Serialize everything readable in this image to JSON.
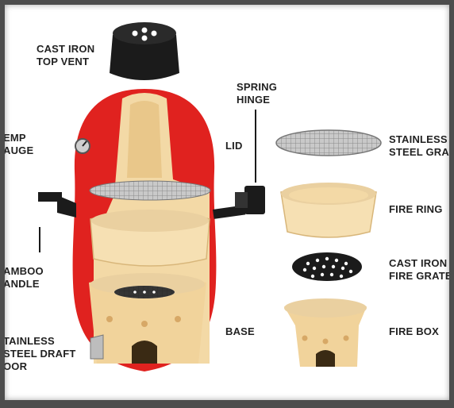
{
  "labels": {
    "top_vent": "CAST IRON\nTOP VENT",
    "spring_hinge": "SPRING\nHINGE",
    "temp_gauge": "EMP\nAUGE",
    "lid": "LID",
    "bamboo_handle": "AMBOO\nANDLE",
    "draft_door": "TAINLESS\nSTEEL DRAFT\nOOR",
    "base": "BASE",
    "steel_grate": "STAINLESS\nSTEEL GRA",
    "fire_ring": "FIRE RING",
    "fire_grate": "CAST IRON\nFIRE GRATE",
    "fire_box": "FIRE BOX"
  },
  "colors": {
    "shell_red": "#e0221f",
    "ceramic": "#f3d9a6",
    "ceramic_dark": "#e9c78a",
    "metal": "#9a9a9a",
    "black": "#1b1b1b"
  }
}
